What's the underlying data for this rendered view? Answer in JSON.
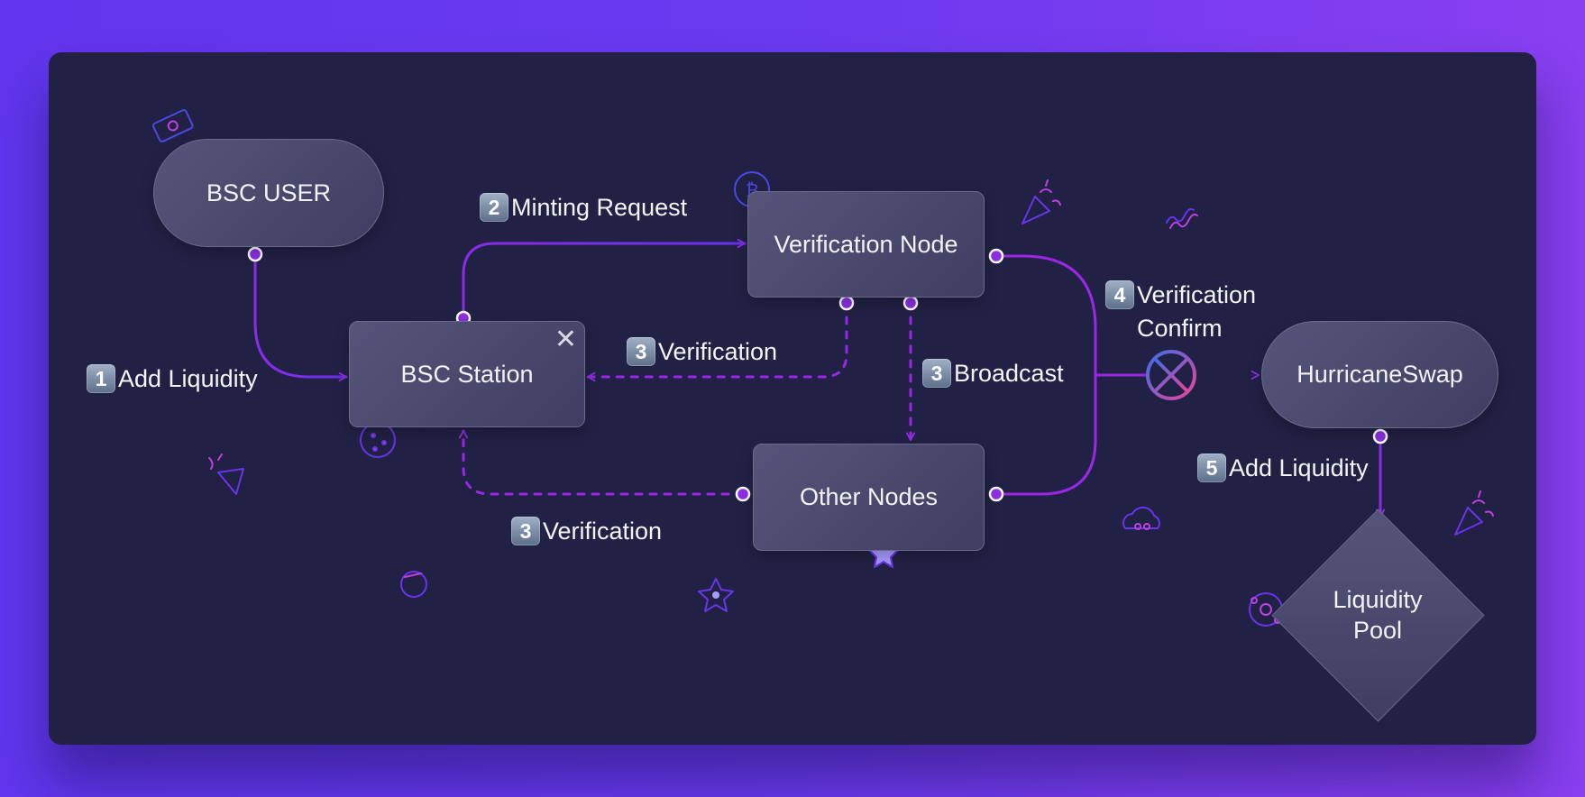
{
  "nodes": {
    "bsc_user": "BSC USER",
    "bsc_station": "BSC Station",
    "verification_node": "Verification Node",
    "other_nodes": "Other Nodes",
    "hurricaneswap": "HurricaneSwap",
    "liquidity_pool": "Liquidity\nPool"
  },
  "close_glyph": "✕",
  "edges": {
    "add_liquidity_1": {
      "step": "1",
      "text": "Add Liquidity"
    },
    "minting_request": {
      "step": "2",
      "text": "Minting Request"
    },
    "verification_a": {
      "step": "3",
      "text": "Verification"
    },
    "broadcast": {
      "step": "3",
      "text": "Broadcast"
    },
    "verification_b": {
      "step": "3",
      "text": "Verification"
    },
    "verification_confirm": {
      "step": "4",
      "text": "Verification\nConfirm"
    },
    "add_liquidity_5": {
      "step": "5",
      "text": "Add Liquidity"
    }
  },
  "colors": {
    "page_gradient_start": "#6236ee",
    "page_gradient_end": "#8a3ff0",
    "canvas": "#212145",
    "edge": "#9b27e6",
    "edge_blue": "#6a2fe8",
    "port_fill": "#8d2fe6",
    "gateway_gradient": [
      "#3a6fe8",
      "#e8459a"
    ],
    "decor": "#6a34ea"
  },
  "decor_icons": [
    "money-icon",
    "bitcoin-icon",
    "party-popper-icon",
    "squiggle-icon",
    "cookie-icon",
    "potion-icon",
    "star-icon",
    "cloud-icon",
    "flower-icon"
  ]
}
